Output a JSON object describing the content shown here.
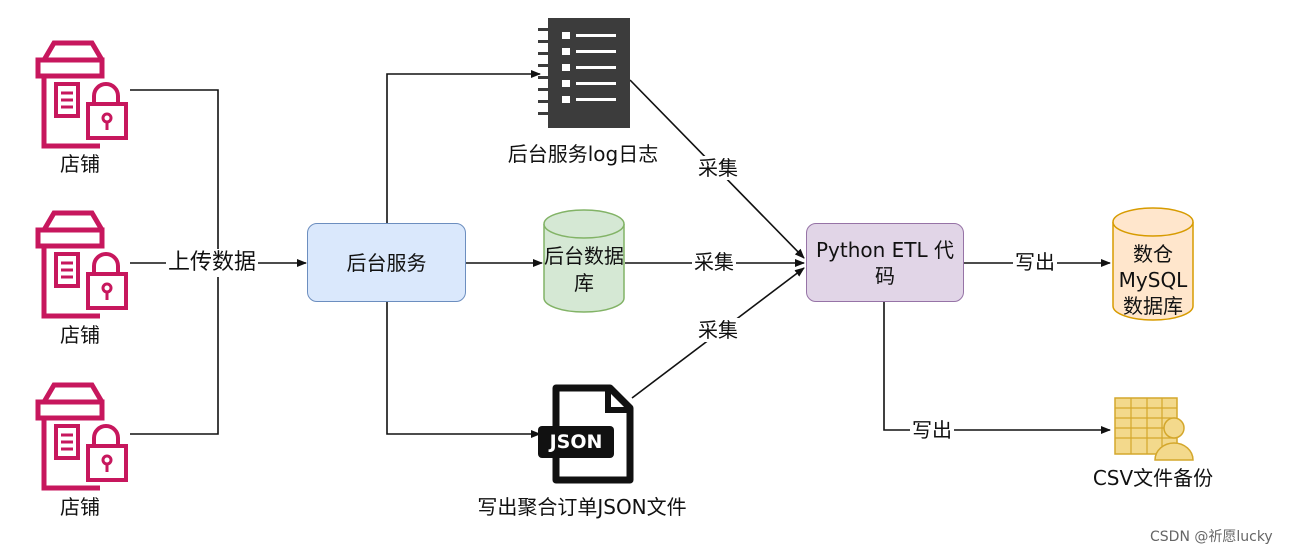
{
  "stores": [
    {
      "label": "店铺"
    },
    {
      "label": "店铺"
    },
    {
      "label": "店铺"
    }
  ],
  "edges": {
    "upload": "上传数据",
    "collect_log": "采集",
    "collect_db": "采集",
    "collect_json": "采集",
    "write_mysql": "写出",
    "write_csv": "写出"
  },
  "nodes": {
    "backend_service": "后台服务",
    "backend_log": "后台服务log日志",
    "backend_db": "后台数据库",
    "json_file": "写出聚合订单JSON文件",
    "json_icon_text": "JSON",
    "etl": "Python ETL 代码",
    "mysql": "数仓MySQL数据库",
    "csv": "CSV文件备份"
  },
  "watermark": "CSDN @祈愿lucky",
  "colors": {
    "store_icon": "#C7175D",
    "service_fill": "#DAE8FC",
    "service_stroke": "#6C8EBF",
    "db_fill": "#D5E8D4",
    "db_stroke": "#82B366",
    "etl_fill": "#E1D5E7",
    "etl_stroke": "#9673A6",
    "mysql_fill": "#FFE6CC",
    "mysql_stroke": "#D79B00",
    "csv_icon": "#E8C15A",
    "log_icon": "#3C3C3C",
    "line": "#111111"
  }
}
